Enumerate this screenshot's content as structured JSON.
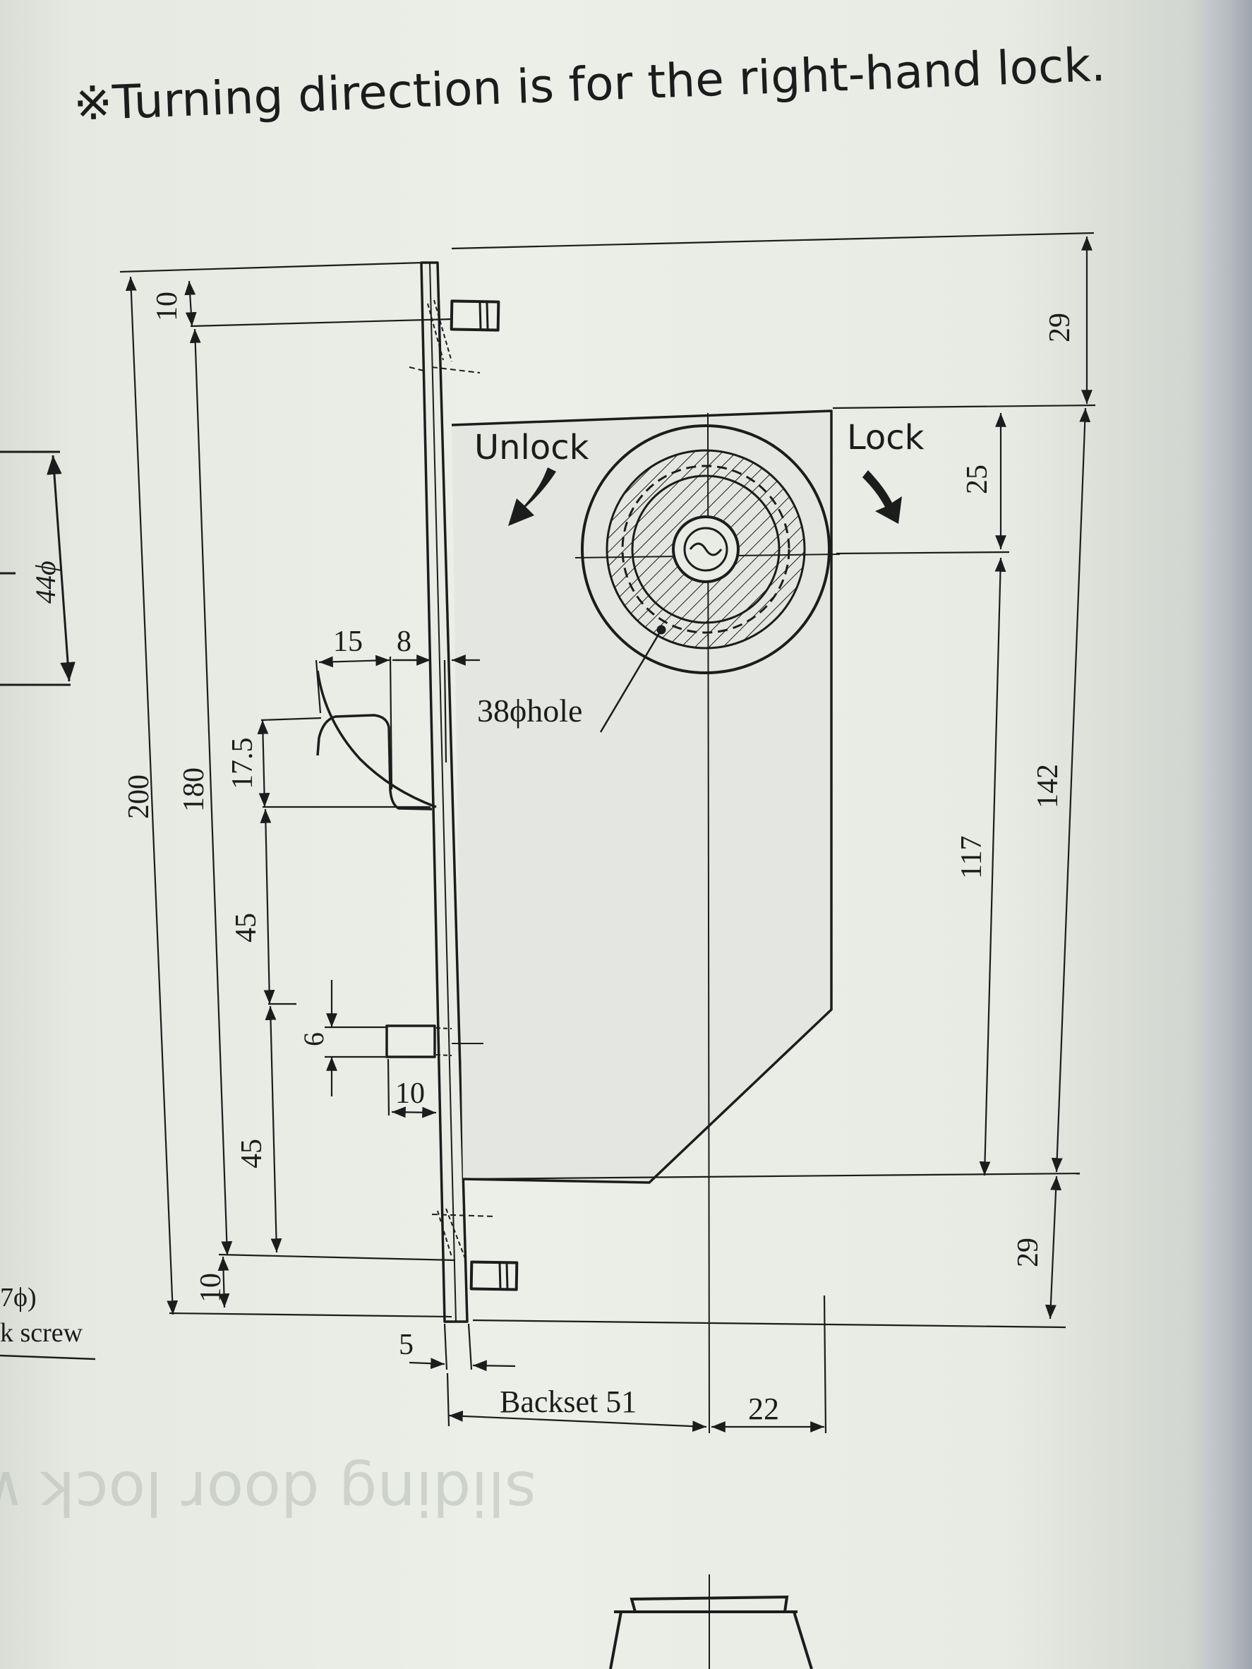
{
  "heading": "※Turning direction is for the right-hand lock.",
  "labels": {
    "unlock": "Unlock",
    "lock": "Lock",
    "hole": "38ϕhole",
    "backset": "Backset 51",
    "side_dia": "44ϕ",
    "side_left_1": "7ϕ)",
    "side_left_2": "k screw",
    "bleed_through": "sliding door lock with double"
  },
  "dimensions": {
    "d200": "200",
    "d180": "180",
    "d10_top": "10",
    "d10_bottom": "10",
    "d17_5": "17.5",
    "d45_a": "45",
    "d45_b": "45",
    "d15": "15",
    "d8": "8",
    "d6": "6",
    "d10_mid": "10",
    "d5": "5",
    "d22": "22",
    "d29_top": "29",
    "d25": "25",
    "d117": "117",
    "d142": "142",
    "d29_bottom": "29"
  },
  "colors": {
    "ink": "#1c1c1c",
    "paper": "#eceee8",
    "bleed": "#b8bcb8"
  }
}
